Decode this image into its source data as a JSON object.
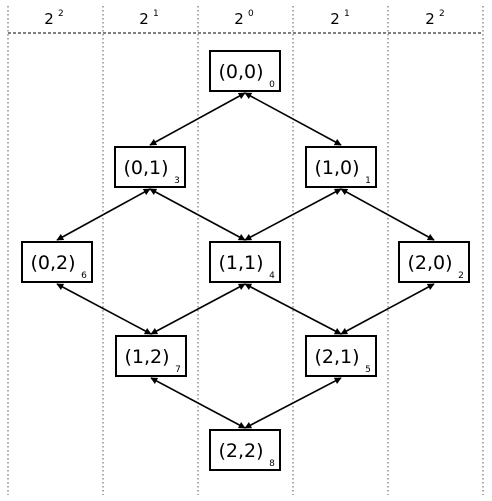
{
  "columns": [
    {
      "base": "2",
      "exp": "2"
    },
    {
      "base": "2",
      "exp": "1"
    },
    {
      "base": "2",
      "exp": "0"
    },
    {
      "base": "2",
      "exp": "1"
    },
    {
      "base": "2",
      "exp": "2"
    }
  ],
  "nodes": [
    {
      "id": "n00",
      "label": "(0,0)",
      "index": "0"
    },
    {
      "id": "n01",
      "label": "(0,1)",
      "index": "3"
    },
    {
      "id": "n10",
      "label": "(1,0)",
      "index": "1"
    },
    {
      "id": "n02",
      "label": "(0,2)",
      "index": "6"
    },
    {
      "id": "n11",
      "label": "(1,1)",
      "index": "4"
    },
    {
      "id": "n20",
      "label": "(2,0)",
      "index": "2"
    },
    {
      "id": "n12",
      "label": "(1,2)",
      "index": "7"
    },
    {
      "id": "n21",
      "label": "(2,1)",
      "index": "5"
    },
    {
      "id": "n22",
      "label": "(2,2)",
      "index": "8"
    }
  ],
  "edges": [
    [
      "n00",
      "n01"
    ],
    [
      "n00",
      "n10"
    ],
    [
      "n01",
      "n02"
    ],
    [
      "n01",
      "n11"
    ],
    [
      "n10",
      "n11"
    ],
    [
      "n10",
      "n20"
    ],
    [
      "n02",
      "n12"
    ],
    [
      "n11",
      "n12"
    ],
    [
      "n11",
      "n21"
    ],
    [
      "n20",
      "n21"
    ],
    [
      "n12",
      "n22"
    ],
    [
      "n21",
      "n22"
    ]
  ]
}
